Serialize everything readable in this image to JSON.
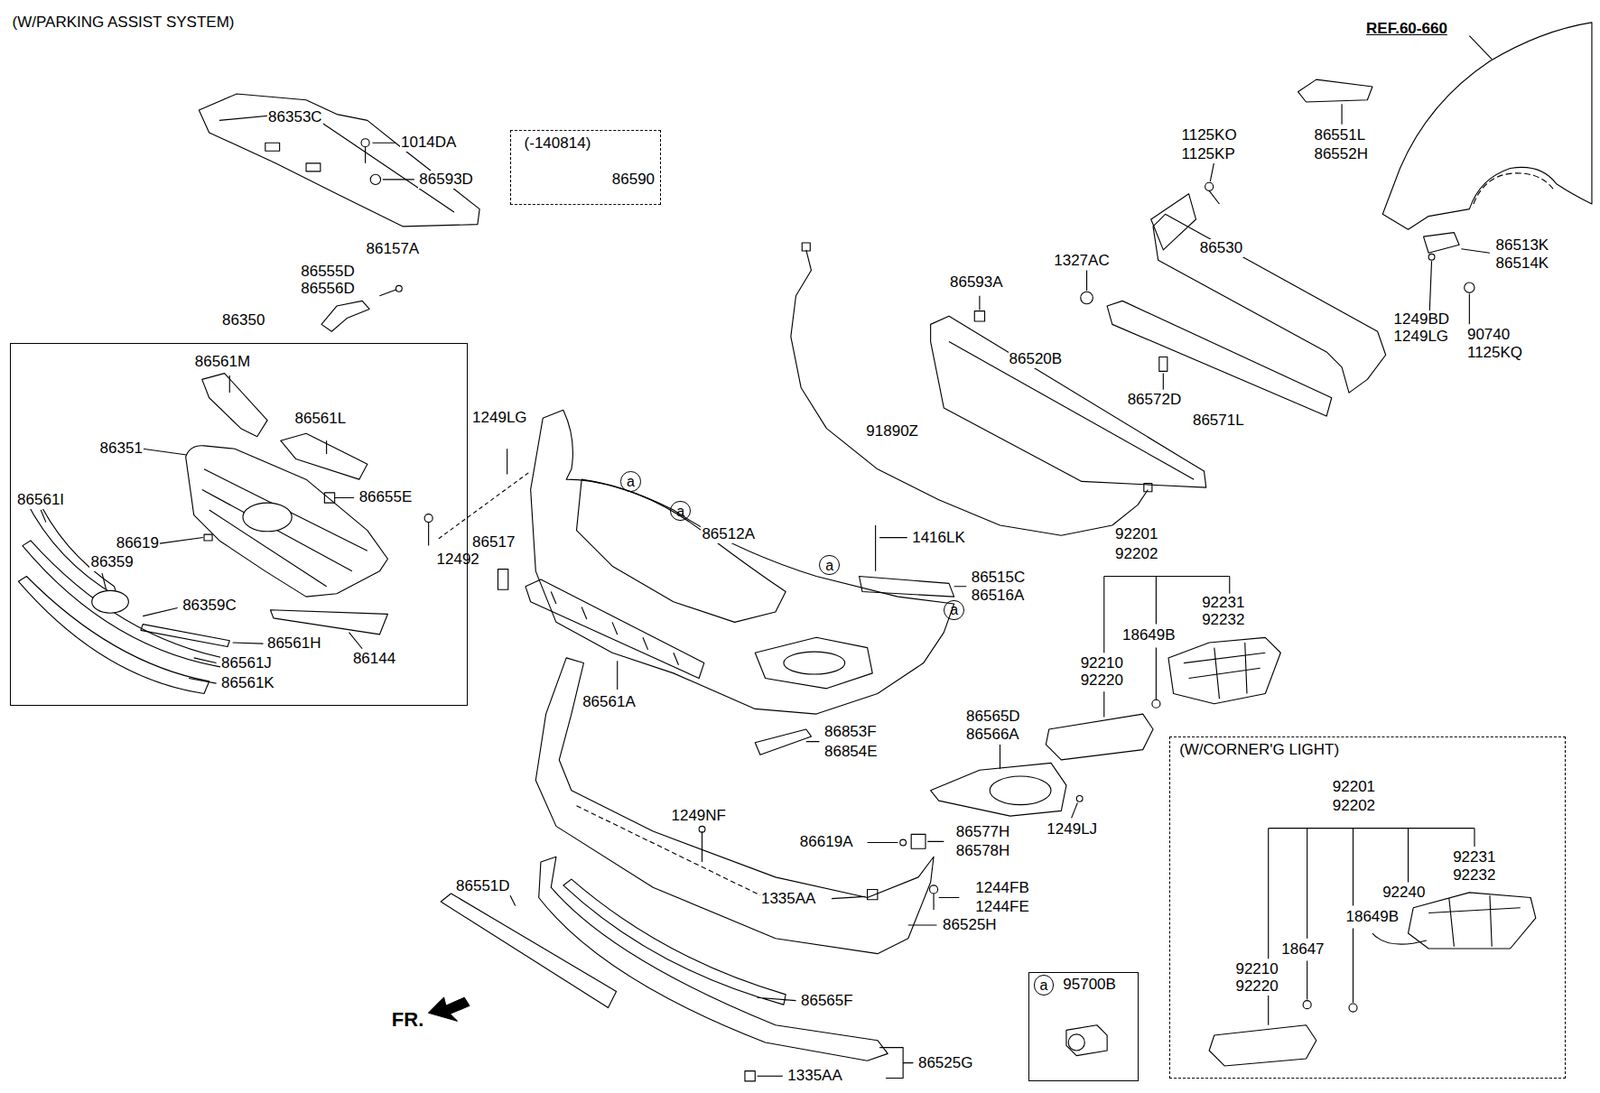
{
  "diagram": {
    "title": "(W/PARKING ASSIST SYSTEM)",
    "nodes": [
      {
        "text": [
          "86350"
        ]
      },
      {
        "text": [
          "(-140814)",
          "86590"
        ]
      },
      {
        "text": [
          "a"
        ]
      },
      {
        "text": [
          "a"
        ]
      },
      {
        "text": [
          "a"
        ]
      },
      {
        "text": [
          "a"
        ]
      },
      {
        "text": [
          "95700B"
        ]
      },
      {
        "text": [
          "a"
        ],
        "in": 6
      },
      {
        "text": [
          "(W/CORNER'G LIGHT)"
        ]
      }
    ],
    "labels": [
      "REF.60-660",
      "86353C",
      "1014DA",
      "86593D",
      "86157A",
      "86555D",
      "86556D",
      "86561M",
      "86561L",
      "86351",
      "86655E",
      "86561I",
      "86619",
      "86359",
      "12492",
      "86359C",
      "86561H",
      "86144",
      "86561J",
      "86561K",
      "1249LG",
      "86517",
      "86512A",
      "1416LK",
      "86515C",
      "86516A",
      "86561A",
      "86853F",
      "86854E",
      "91890Z",
      "86593A",
      "86520B",
      "1327AC",
      "86530",
      "1125KO",
      "1125KP",
      "86551L",
      "86552H",
      "86572D",
      "86571L",
      "86513K",
      "86514K",
      "1249BD",
      "1249LG",
      "90740",
      "1125KQ",
      "92201",
      "92202",
      "92231",
      "92232",
      "18649B",
      "92210",
      "92220",
      "86565D",
      "86566A",
      "1249LJ",
      "1249NF",
      "86619A",
      "86577H",
      "86578H",
      "1335AA",
      "1244FB",
      "1244FE",
      "86525H",
      "86551D",
      "86565F",
      "86525G",
      "1335AA",
      "FR.",
      "92201",
      "92202",
      "92231",
      "92232",
      "92240",
      "18649B",
      "18647",
      "92210",
      "92220"
    ]
  }
}
